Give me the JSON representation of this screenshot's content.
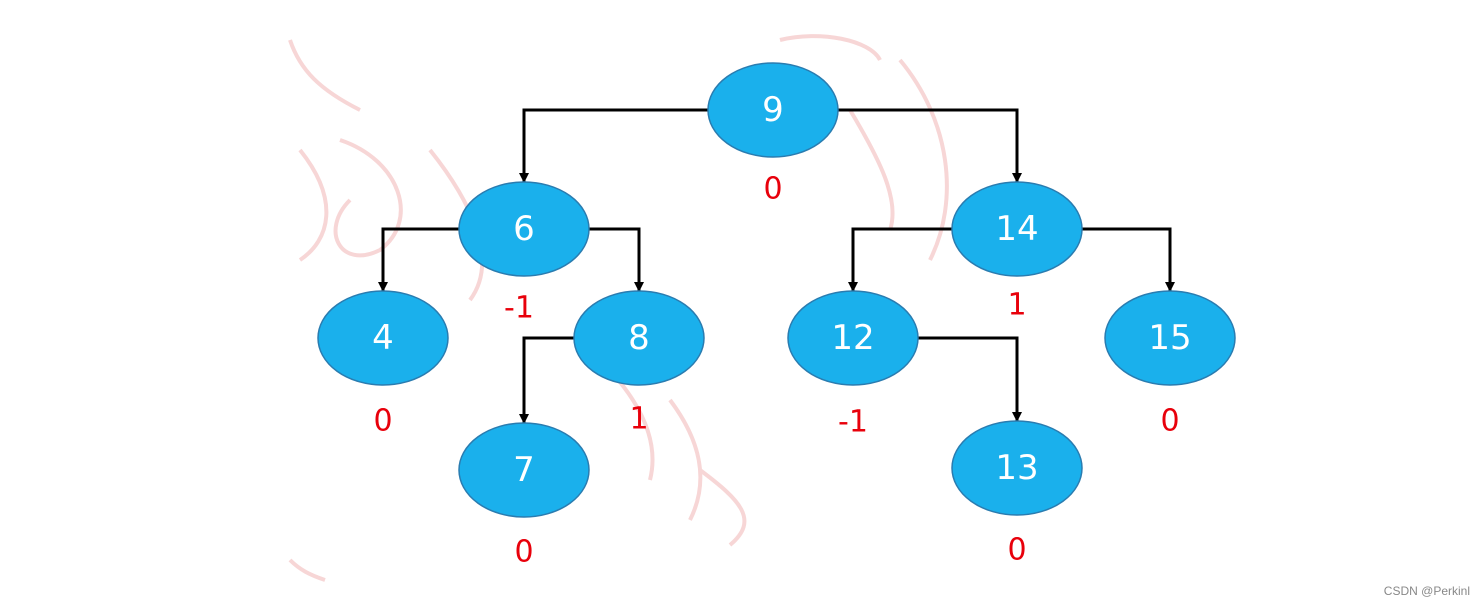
{
  "colors": {
    "node_fill": "#1ab0ec",
    "node_stroke": "#2a7cb0",
    "node_text": "#ffffff",
    "balance_text": "#e8000b",
    "edge": "#000000"
  },
  "tree": {
    "nodes": [
      {
        "id": "n9",
        "value": "9",
        "balance": "0"
      },
      {
        "id": "n6",
        "value": "6",
        "balance": "-1"
      },
      {
        "id": "n14",
        "value": "14",
        "balance": "1"
      },
      {
        "id": "n4",
        "value": "4",
        "balance": "0"
      },
      {
        "id": "n8",
        "value": "8",
        "balance": "1"
      },
      {
        "id": "n12",
        "value": "12",
        "balance": "-1"
      },
      {
        "id": "n15",
        "value": "15",
        "balance": "0"
      },
      {
        "id": "n7",
        "value": "7",
        "balance": "0"
      },
      {
        "id": "n13",
        "value": "13",
        "balance": "0"
      }
    ],
    "edges": [
      {
        "from": "n9",
        "to": "n6"
      },
      {
        "from": "n9",
        "to": "n14"
      },
      {
        "from": "n6",
        "to": "n4"
      },
      {
        "from": "n6",
        "to": "n8"
      },
      {
        "from": "n14",
        "to": "n12"
      },
      {
        "from": "n14",
        "to": "n15"
      },
      {
        "from": "n8",
        "to": "n7"
      },
      {
        "from": "n12",
        "to": "n13"
      }
    ]
  },
  "credit": "CSDN @Perkinl"
}
